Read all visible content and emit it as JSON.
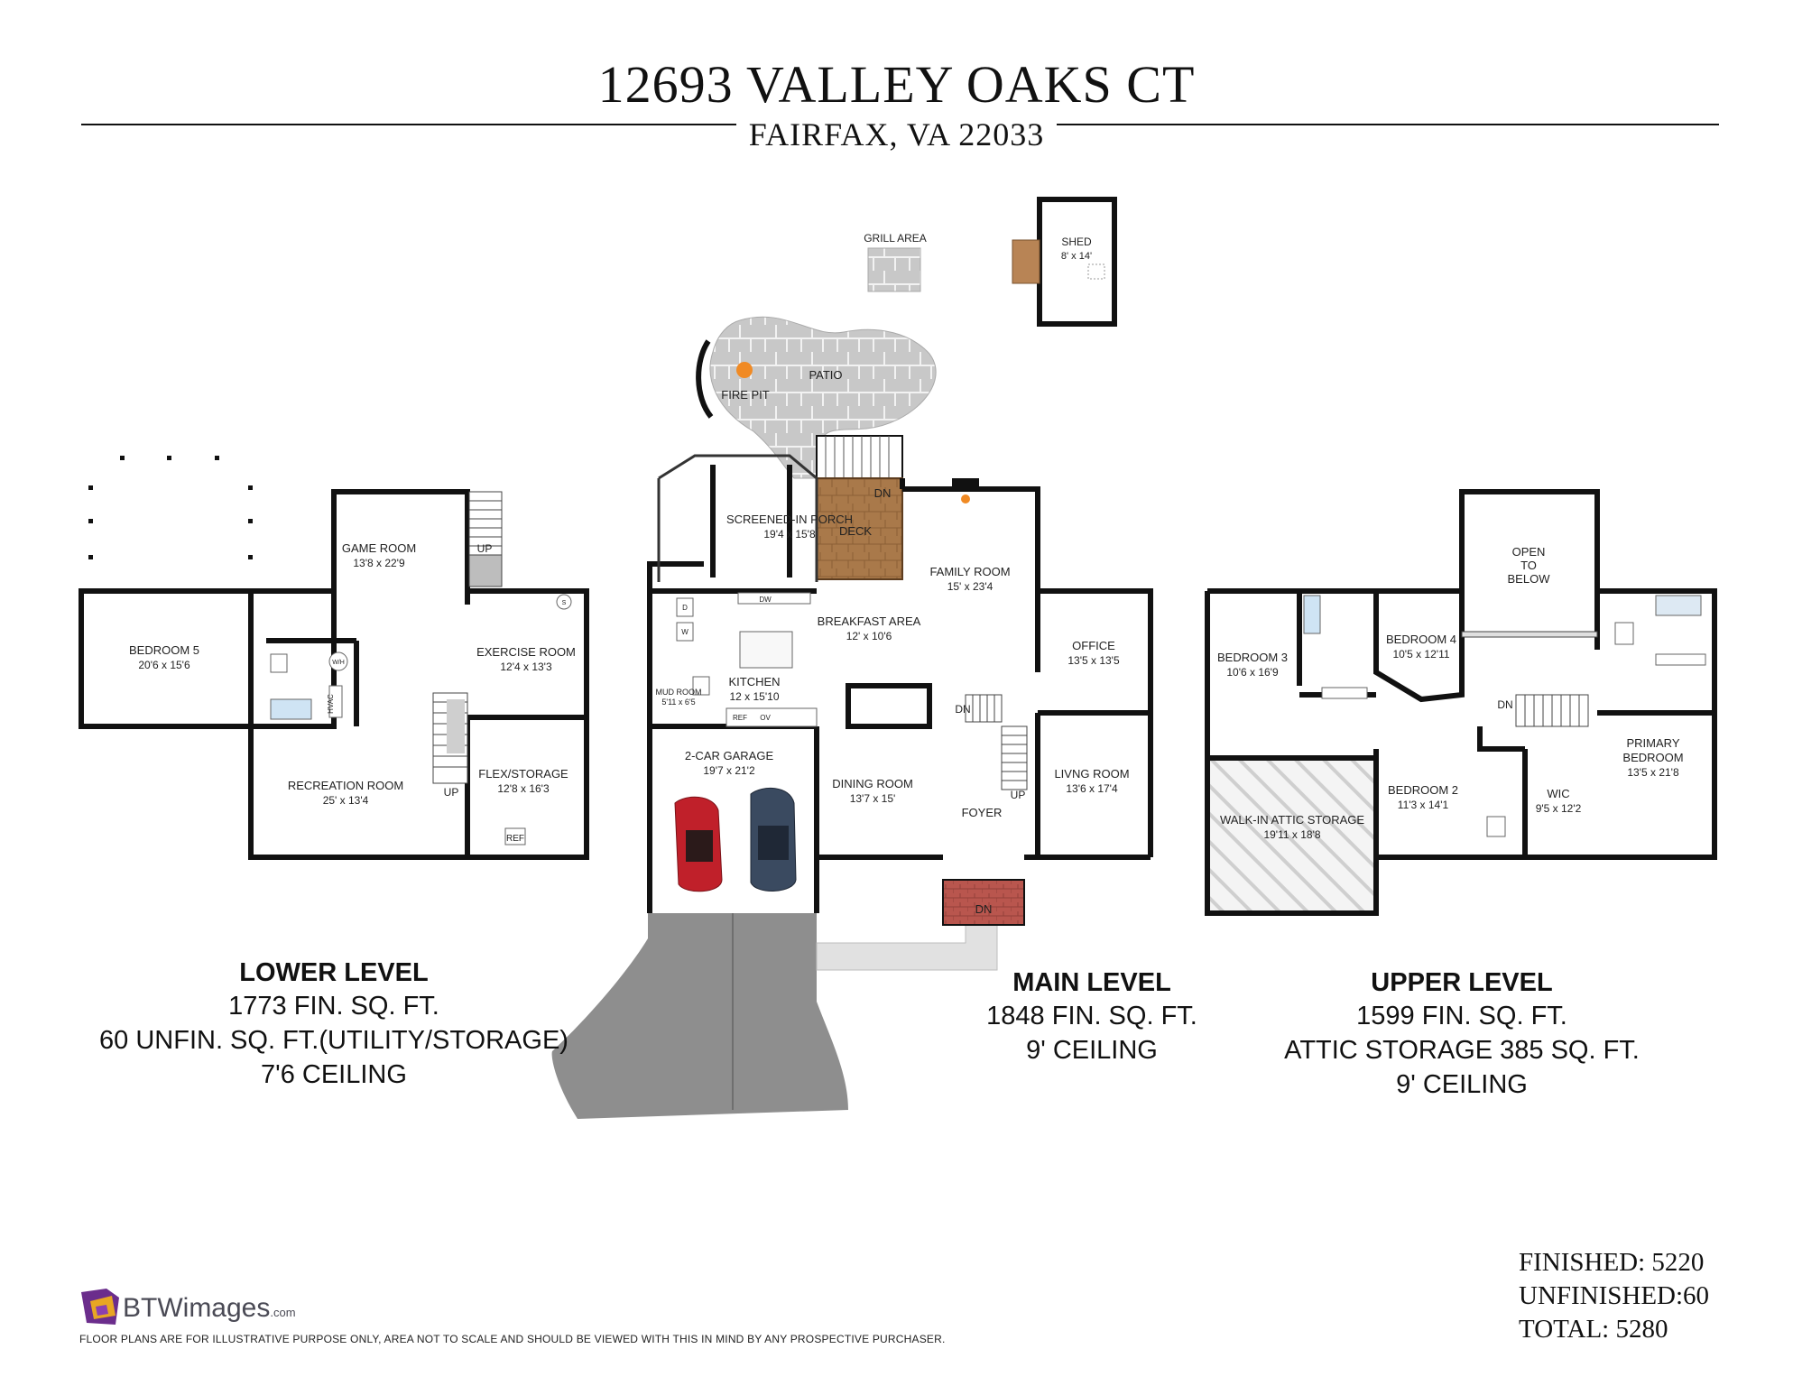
{
  "header": {
    "address": "12693 VALLEY OAKS CT",
    "city": "FAIRFAX, VA 22033"
  },
  "outdoor": {
    "grill": "GRILL AREA",
    "shed_name": "SHED",
    "shed_dim": "8' x 14'",
    "patio": "PATIO",
    "fire_pit": "FIRE PIT",
    "deck": "DECK",
    "dn_deck": "DN",
    "dn_front": "DN"
  },
  "lower_level": {
    "rooms": {
      "game_room": [
        "GAME ROOM",
        "13'8 x 22'9"
      ],
      "bedroom5": [
        "BEDROOM 5",
        "20'6 x 15'6"
      ],
      "exercise": [
        "EXERCISE ROOM",
        "12'4 x 13'3"
      ],
      "recreation": [
        "RECREATION ROOM",
        "25' x 13'4"
      ],
      "flex": [
        "FLEX/STORAGE",
        "12'8 x 16'3"
      ]
    },
    "labels": {
      "up1": "UP",
      "up2": "UP",
      "hvac": "HVAC",
      "ref": "REF",
      "s": "S",
      "ww": "W/H"
    },
    "title": "LOWER LEVEL",
    "lines": [
      "1773 FIN. SQ. FT.",
      "60 UNFIN. SQ. FT.(UTILITY/STORAGE)",
      "7'6 CEILING"
    ]
  },
  "main_level": {
    "rooms": {
      "porch": [
        "SCREENED-IN PORCH",
        "19'4 x 15'8"
      ],
      "family": [
        "FAMILY ROOM",
        "15' x 23'4"
      ],
      "breakfast": [
        "BREAKFAST AREA",
        "12' x 10'6"
      ],
      "office": [
        "OFFICE",
        "13'5 x 13'5"
      ],
      "mud": [
        "MUD ROOM",
        "5'11 x 6'5"
      ],
      "kitchen": [
        "KITCHEN",
        "12 x 15'10"
      ],
      "garage": [
        "2-CAR GARAGE",
        "19'7 x 21'2"
      ],
      "dining": [
        "DINING ROOM",
        "13'7 x 15'"
      ],
      "living": [
        "LIVNG ROOM",
        "13'6 x 17'4"
      ],
      "foyer": [
        "FOYER"
      ]
    },
    "labels": {
      "dn": "DN",
      "up": "UP",
      "dw": "DW",
      "d": "D",
      "w": "W",
      "ref": "REF",
      "ov": "OV"
    },
    "title": "MAIN LEVEL",
    "lines": [
      "1848 FIN. SQ. FT.",
      "9' CEILING"
    ]
  },
  "upper_level": {
    "rooms": {
      "open": [
        "OPEN",
        "TO",
        "BELOW"
      ],
      "bedroom3": [
        "BEDROOM 3",
        "10'6 x 16'9"
      ],
      "bedroom4": [
        "BEDROOM 4",
        "10'5 x 12'11"
      ],
      "attic": [
        "WALK-IN ATTIC STORAGE",
        "19'11 x 18'8"
      ],
      "bedroom2": [
        "BEDROOM 2",
        "11'3 x 14'1"
      ],
      "wic": [
        "WIC",
        "9'5 x 12'2"
      ],
      "primary": [
        "PRIMARY",
        "BEDROOM",
        "13'5 x 21'8"
      ]
    },
    "labels": {
      "dn": "DN"
    },
    "title": "UPPER LEVEL",
    "lines": [
      "1599 FIN. SQ. FT.",
      "ATTIC STORAGE 385 SQ. FT.",
      "9' CEILING"
    ]
  },
  "totals": {
    "finished": "FINISHED: 5220",
    "unfinished": "UNFINISHED:60",
    "total": "TOTAL: 5280"
  },
  "brand": {
    "logo": "BTWimages",
    "logo_suffix": ".com",
    "disclaimer": "FLOOR PLANS ARE FOR ILLUSTRATIVE PURPOSE ONLY, AREA NOT TO SCALE AND SHOULD BE VIEWED WITH THIS IN MIND BY ANY PROSPECTIVE PURCHASER."
  },
  "colors": {
    "wall": "#111111",
    "deck": "#a27747",
    "brick_stoop": "#b7534c",
    "driveway": "#8c8c8c",
    "patio": "#c9c9c9",
    "car_red": "#c0202a",
    "car_blue": "#3a4a60",
    "logo_purple": "#6b2d8c",
    "logo_gold": "#e8a623"
  }
}
